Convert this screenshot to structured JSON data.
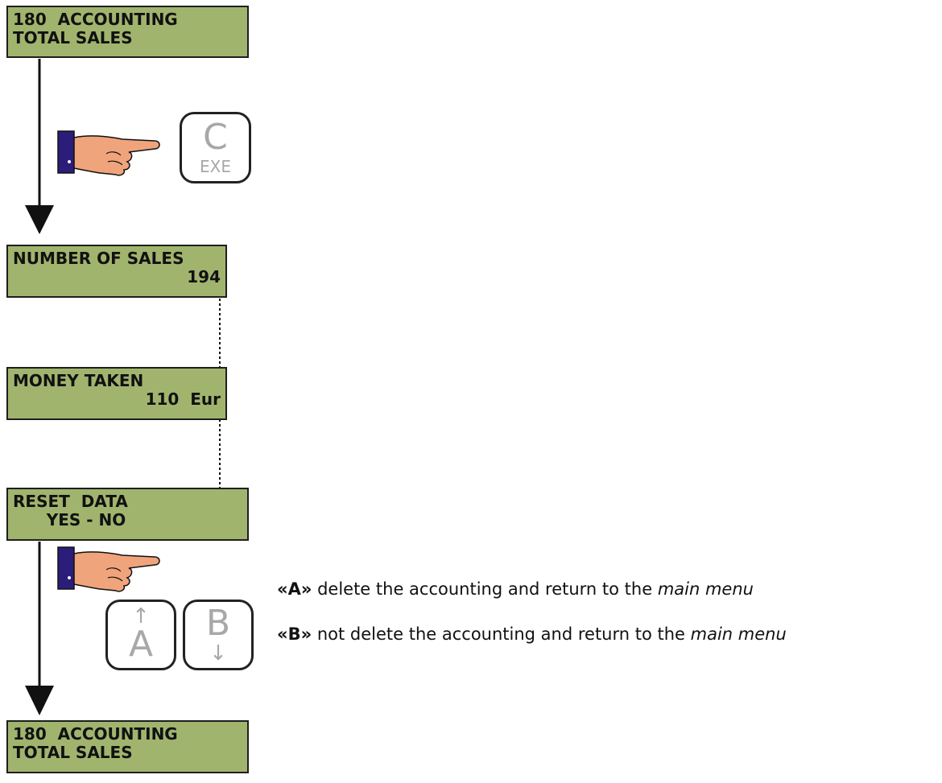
{
  "screens": {
    "top": {
      "line1": "180  ACCOUNTING",
      "line2": "TOTAL SALES"
    },
    "sales": {
      "line1": "NUMBER OF SALES",
      "line2": "194"
    },
    "money": {
      "line1": "MONEY TAKEN",
      "line2": "110  Eur"
    },
    "reset": {
      "line1": "RESET  DATA",
      "line2": "      YES - NO"
    },
    "bottom": {
      "line1": "180  ACCOUNTING",
      "line2": "TOTAL SALES"
    }
  },
  "keys": {
    "c_exe": {
      "main": "C",
      "sub": "EXE"
    },
    "a": {
      "main": "A",
      "arrow": "↑"
    },
    "b": {
      "main": "B",
      "arrow": "↓"
    }
  },
  "descriptions": [
    {
      "key": "«A»",
      "text": " delete the accounting and return to the ",
      "emphasis": "main menu"
    },
    {
      "key": "«B»",
      "text": " not delete the accounting and return to the ",
      "emphasis": "main menu"
    }
  ],
  "icons": [
    "pointing-hand-icon",
    "pointing-hand-icon"
  ],
  "colors": {
    "lcd": "#a1b46e",
    "cuff": "#2b1d7a",
    "hand": "#f0a47c",
    "key_text": "#a8a8a8"
  }
}
